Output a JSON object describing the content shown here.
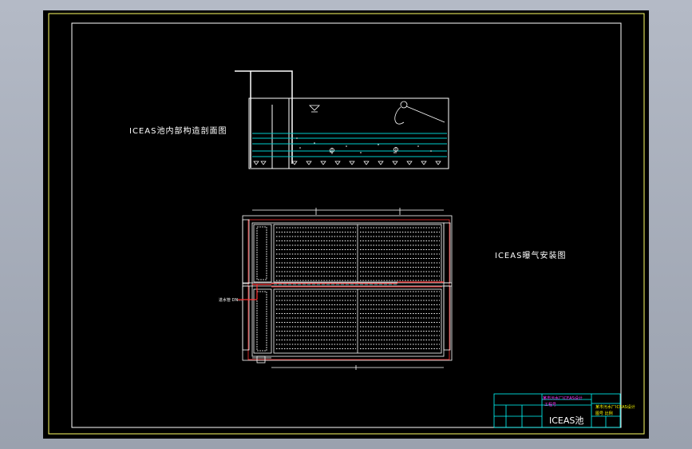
{
  "drawing": {
    "section_title": "ICEAS池内部构造剖面图",
    "plan_title": "ICEAS曝气安装图",
    "side_note": "进水管 DN..."
  },
  "title_block": {
    "drawing_name": "ICEAS池",
    "row1": "某市污水厂ICEAS设计",
    "row2": "工程号",
    "right_row1": "某市污水厂ICEAS设计",
    "right_row2": "图号 比例"
  },
  "colors": {
    "background": "#000000",
    "frame": "#ffff66",
    "water": "#00cccc",
    "pipe": "#ff3333",
    "title_block": "#00ffff"
  }
}
